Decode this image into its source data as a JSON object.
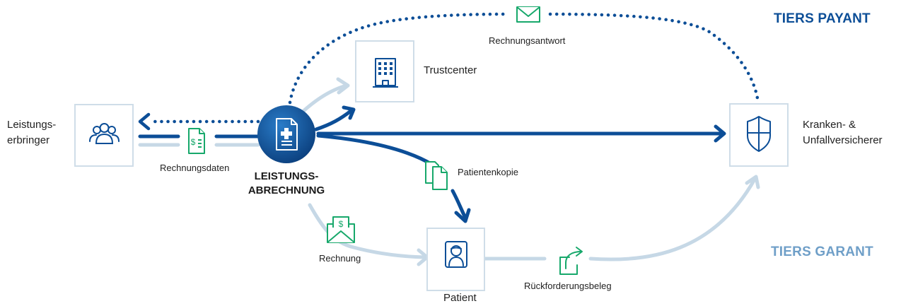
{
  "tiers": {
    "payant": "TIERS PAYANT",
    "garant": "TIERS GARANT"
  },
  "nodes": {
    "provider": {
      "label_line1": "Leistungs-",
      "label_line2": "erbringer",
      "icon": "people-group-icon"
    },
    "billing": {
      "label_line1": "LEISTUNGS-",
      "label_line2": "ABRECHNUNG",
      "icon": "medical-document-icon"
    },
    "trustcenter": {
      "label": "Trustcenter",
      "icon": "office-building-icon"
    },
    "insurer": {
      "label_line1": "Kranken- &",
      "label_line2": "Unfallversicherer",
      "icon": "shield-icon"
    },
    "patient": {
      "label": "Patient",
      "icon": "patient-avatar-icon"
    }
  },
  "flows": {
    "invoice_response": "Rechnungsantwort",
    "invoice_data": "Rechnungsdaten",
    "patient_copy": "Patientenkopie",
    "invoice": "Rechnung",
    "refund_receipt": "Rückforderungsbeleg"
  },
  "colors": {
    "dark_blue": "#0c4e97",
    "light_blue": "#c6d8e6",
    "garant_blue": "#6f9fc8",
    "green": "#17a86b",
    "node_border": "#cfdde8"
  }
}
